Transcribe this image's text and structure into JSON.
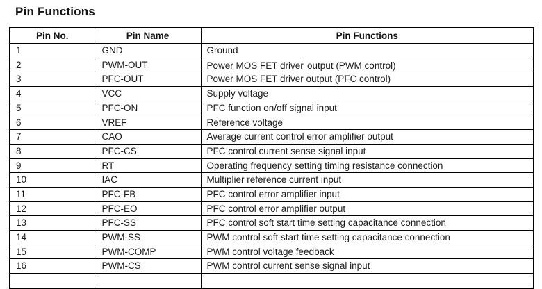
{
  "page_title": "Pin Functions",
  "colors": {
    "background": "#ffffff",
    "border": "#000000",
    "text": "#1b1b1b"
  },
  "table": {
    "headers": [
      "Pin No.",
      "Pin Name",
      "Pin Functions"
    ],
    "rows": [
      {
        "no": "1",
        "name": "GND",
        "function": "Ground"
      },
      {
        "no": "2",
        "name": "PWM-OUT",
        "function": "Power MOS FET driver output (PWM control)"
      },
      {
        "no": "3",
        "name": "PFC-OUT",
        "function": "Power MOS FET driver output (PFC control)"
      },
      {
        "no": "4",
        "name": "VCC",
        "function": "Supply voltage"
      },
      {
        "no": "5",
        "name": "PFC-ON",
        "function": "PFC function on/off signal input"
      },
      {
        "no": "6",
        "name": "VREF",
        "function": "Reference voltage"
      },
      {
        "no": "7",
        "name": "CAO",
        "function": "Average current control error amplifier output"
      },
      {
        "no": "8",
        "name": "PFC-CS",
        "function": "PFC control current sense signal input"
      },
      {
        "no": "9",
        "name": "RT",
        "function": "Operating frequency setting timing resistance connection"
      },
      {
        "no": "10",
        "name": "IAC",
        "function": "Multiplier reference current input"
      },
      {
        "no": "11",
        "name": "PFC-FB",
        "function": "PFC control error amplifier input"
      },
      {
        "no": "12",
        "name": "PFC-EO",
        "function": "PFC control error amplifier output"
      },
      {
        "no": "13",
        "name": "PFC-SS",
        "function": "PFC control soft start time setting capacitance connection"
      },
      {
        "no": "14",
        "name": "PWM-SS",
        "function": "PWM control soft start time setting capacitance connection"
      },
      {
        "no": "15",
        "name": "PWM-COMP",
        "function": "PWM control voltage feedback"
      },
      {
        "no": "16",
        "name": "PWM-CS",
        "function": "PWM control current sense signal input"
      }
    ],
    "text_cursor": {
      "row_number": "2",
      "after_text": "Power MOS FET driver"
    }
  }
}
